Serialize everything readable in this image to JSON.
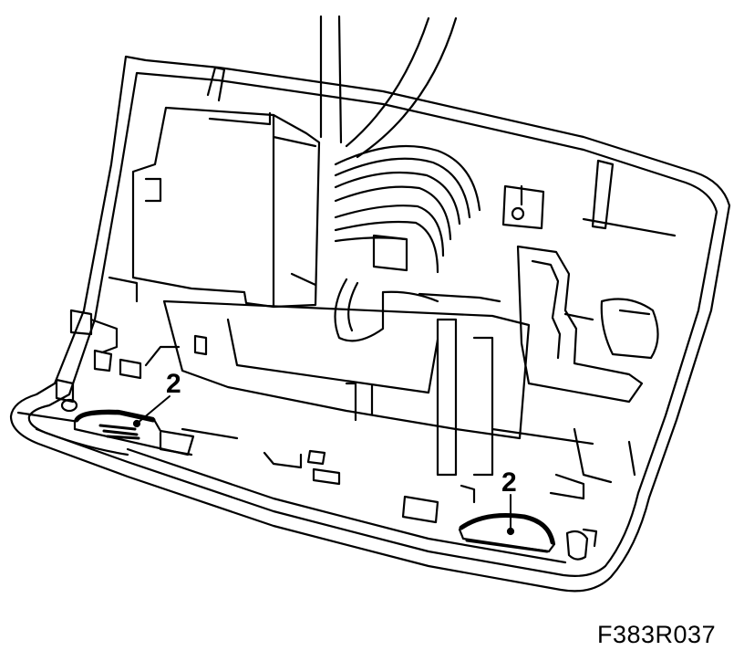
{
  "callouts": [
    {
      "label": "2"
    },
    {
      "label": "2"
    }
  ],
  "figure_id": "F383R037",
  "colors": {
    "line": "#000000",
    "background": "#ffffff"
  }
}
